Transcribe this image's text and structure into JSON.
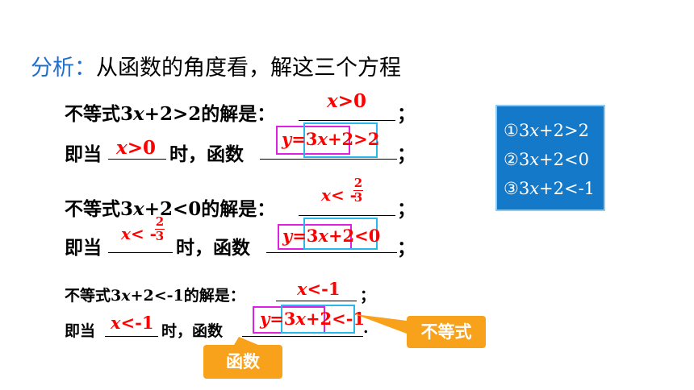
{
  "title": {
    "label": "分析：",
    "text": "从函数的角度看，解这三个方程"
  },
  "line1": {
    "lead": "不等式3",
    "var": "x",
    "tail": "+2>2的解是：",
    "end": "；",
    "answer_var": "x",
    "answer_rest": ">0"
  },
  "line2": {
    "lead": "即当",
    "mid": "时，函数",
    "end": "；",
    "cond_var": "x",
    "cond_rest": ">0",
    "func_y": "y",
    "func_mid": "=3",
    "func_x": "x",
    "func_rest": "+2>2"
  },
  "line3": {
    "lead": "不等式3",
    "var": "x",
    "tail": "+2<0的解是：",
    "end": "；",
    "answer_var": "x",
    "answer_rest": "< -",
    "frac_num": "2",
    "frac_den": "3"
  },
  "line4": {
    "lead": "即当",
    "mid": "时，函数",
    "end": "；",
    "cond_var": "x",
    "cond_rest": "< -",
    "frac_num": "2",
    "frac_den": "3",
    "func_y": "y",
    "func_mid": "=3",
    "func_x": "x",
    "func_rest": "+2<0"
  },
  "line5": {
    "lead": "不等式3",
    "var": "x",
    "tail": "+2<-1的解是：",
    "end": "；",
    "answer_var": "x",
    "answer_rest": "<-1"
  },
  "line6": {
    "lead": "即当",
    "mid": "时，函数",
    "end": ".",
    "cond_var": "x",
    "cond_rest": "<-1",
    "func_y": "y",
    "func_mid": "=3",
    "func_x": "x",
    "func_rest": "+2<-1"
  },
  "panel": {
    "items": [
      {
        "num": "①3",
        "var": "x",
        "rest": "+2>2"
      },
      {
        "num": "②3",
        "var": "x",
        "rest": "+2<0"
      },
      {
        "num": "③3",
        "var": "x",
        "rest": "+2<-1"
      }
    ]
  },
  "callouts": {
    "inequality": "不等式",
    "function": "函数"
  },
  "colors": {
    "title_label": "#1f6fcf",
    "answer": "#ff0000",
    "panel_bg": "#1479c9",
    "callout_bg": "#f8a21c",
    "box_magenta": "#e020e0",
    "box_cyan": "#25b8e8"
  }
}
